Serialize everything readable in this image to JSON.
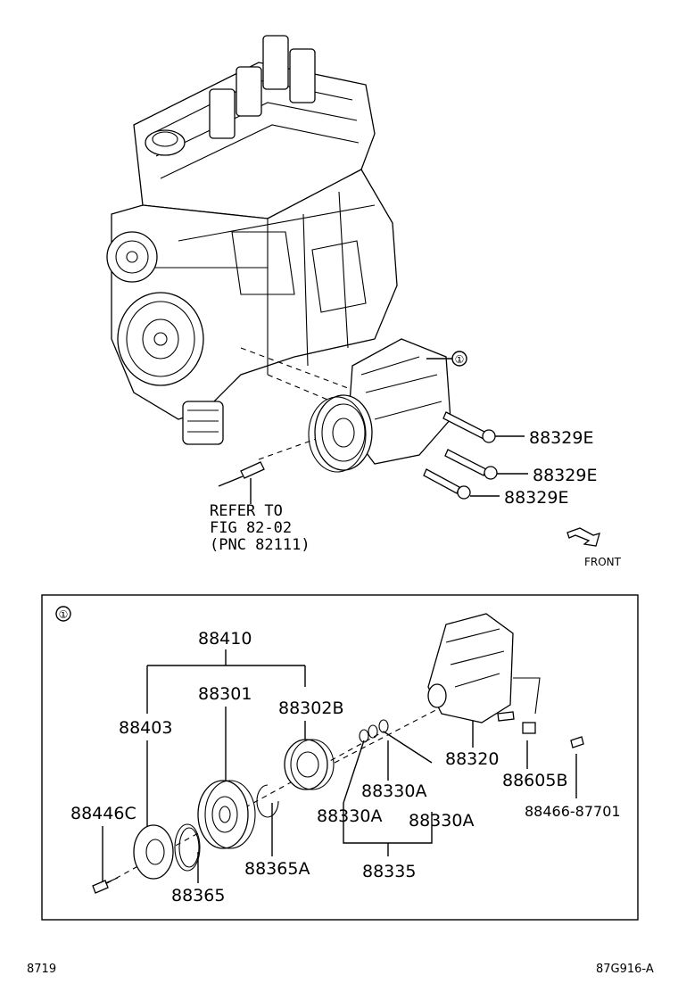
{
  "callout_symbol": "①",
  "upper": {
    "bolts": [
      "88329E",
      "88329E",
      "88329E"
    ],
    "refer_note": [
      "REFER TO",
      "FIG 82-02",
      "(PNC 82111)"
    ],
    "front_label": "FRONT"
  },
  "detail": {
    "labels": {
      "p88410": "88410",
      "p88301": "88301",
      "p88302B": "88302B",
      "p88403": "88403",
      "p88446C": "88446C",
      "p88365": "88365",
      "p88365A": "88365A",
      "p88330A_1": "88330A",
      "p88330A_2": "88330A",
      "p88330A_3": "88330A",
      "p88335": "88335",
      "p88320": "88320",
      "p88605B": "88605B",
      "p88466": "88466-87701"
    }
  },
  "footer": {
    "left_code": "8719",
    "right_code": "87G916-A"
  }
}
